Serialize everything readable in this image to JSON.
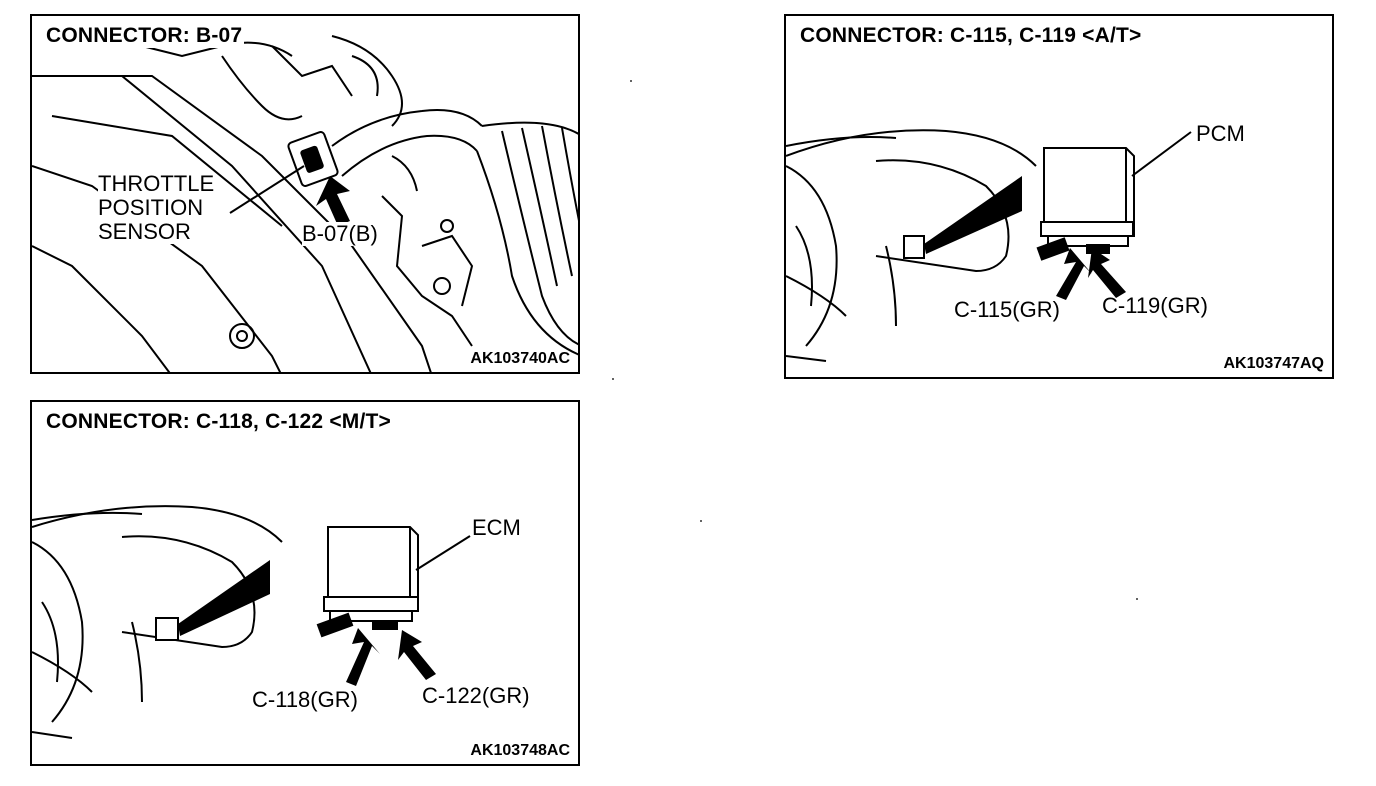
{
  "panels": {
    "b07": {
      "title": "CONNECTOR: B-07",
      "labels": {
        "sensor": [
          "THROTTLE",
          "POSITION",
          "SENSOR"
        ],
        "connector": "B-07(B)"
      },
      "code": "AK103740AC"
    },
    "c115": {
      "title": "CONNECTOR: C-115, C-119 <A/T>",
      "labels": {
        "module": "PCM",
        "left": "C-115(GR)",
        "right": "C-119(GR)"
      },
      "code": "AK103747AQ"
    },
    "c118": {
      "title": "CONNECTOR: C-118, C-122 <M/T>",
      "labels": {
        "module": "ECM",
        "left": "C-118(GR)",
        "right": "C-122(GR)"
      },
      "code": "AK103748AC"
    }
  }
}
